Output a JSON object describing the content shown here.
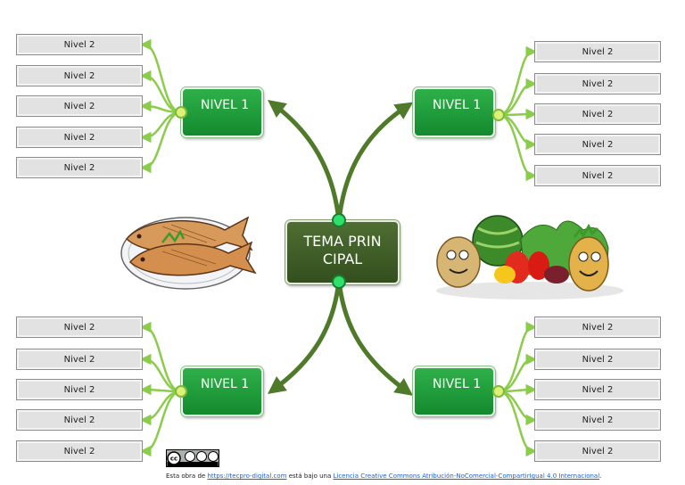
{
  "center": {
    "label": "TEMA PRINCIPAL"
  },
  "branches": [
    {
      "id": "top-left",
      "label": "NIVEL 1",
      "children": [
        "Nivel 2",
        "Nivel 2",
        "Nivel 2",
        "Nivel 2",
        "Nivel 2"
      ]
    },
    {
      "id": "top-right",
      "label": "NIVEL 1",
      "children": [
        "Nivel 2",
        "Nivel 2",
        "Nivel 2",
        "Nivel 2",
        "Nivel 2"
      ]
    },
    {
      "id": "bottom-left",
      "label": "NIVEL 1",
      "children": [
        "Nivel 2",
        "Nivel 2",
        "Nivel 2",
        "Nivel 2",
        "Nivel 2"
      ]
    },
    {
      "id": "bottom-right",
      "label": "NIVEL 1",
      "children": [
        "Nivel 2",
        "Nivel 2",
        "Nivel 2",
        "Nivel 2",
        "Nivel 2"
      ]
    }
  ],
  "images": {
    "left": "fish-plate-icon",
    "right": "vegetables-icon"
  },
  "footer": {
    "prefix": "Esta obra de ",
    "site_link": "https://tecpro-digital.com",
    "middle": " está bajo una ",
    "license_link": "Licencia Creative Commons Atribución-NoComercial-CompartirIgual 4.0 Internacional",
    "suffix": ".",
    "badge": "cc-by-nc-sa-badge-icon"
  },
  "colors": {
    "level1": "#1f9e3a",
    "center": "#3f5e28",
    "arrows": "#4f7a2a",
    "connectors": "#8ccc4c"
  }
}
